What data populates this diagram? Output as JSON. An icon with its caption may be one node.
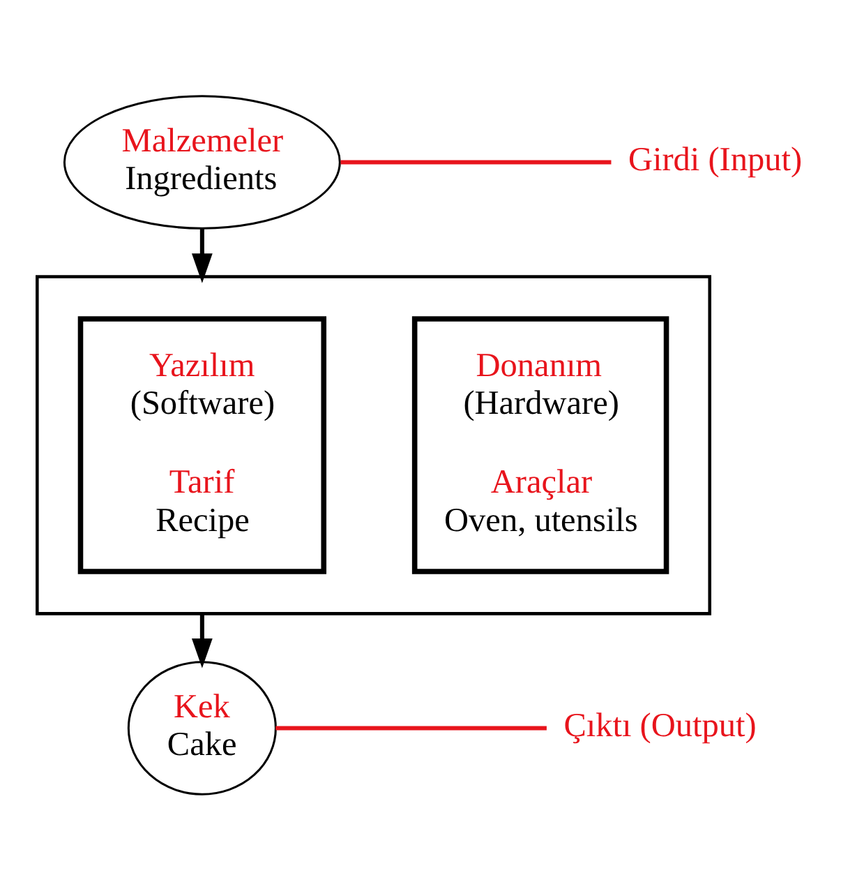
{
  "diagram": {
    "nodes": [
      {
        "text": [
          "Malzemeler",
          "Ingredients"
        ]
      },
      {
        "text": [
          "Girdi (Input)"
        ]
      },
      {
        "text": [],
        "shape": "box"
      },
      {
        "text": [
          "Yazılım",
          "(Software)",
          "Tarif",
          "Recipe"
        ],
        "in": 2
      },
      {
        "text": [
          "Donanım",
          "(Hardware)",
          "Araçlar",
          "Oven, utensils"
        ],
        "in": 2
      },
      {
        "text": [
          "Kek",
          "Cake"
        ]
      },
      {
        "text": [
          "Çıktı (Output)"
        ]
      }
    ],
    "edges": [
      {
        "from": 0,
        "to": 1,
        "arrow": "none",
        "color": "#e8141c"
      },
      {
        "from": 0,
        "to": 2,
        "arrow": "to",
        "color": "#000000"
      },
      {
        "from": 2,
        "to": 5,
        "arrow": "to",
        "color": "#000000"
      },
      {
        "from": 5,
        "to": 6,
        "arrow": "none",
        "color": "#e8141c"
      }
    ]
  }
}
